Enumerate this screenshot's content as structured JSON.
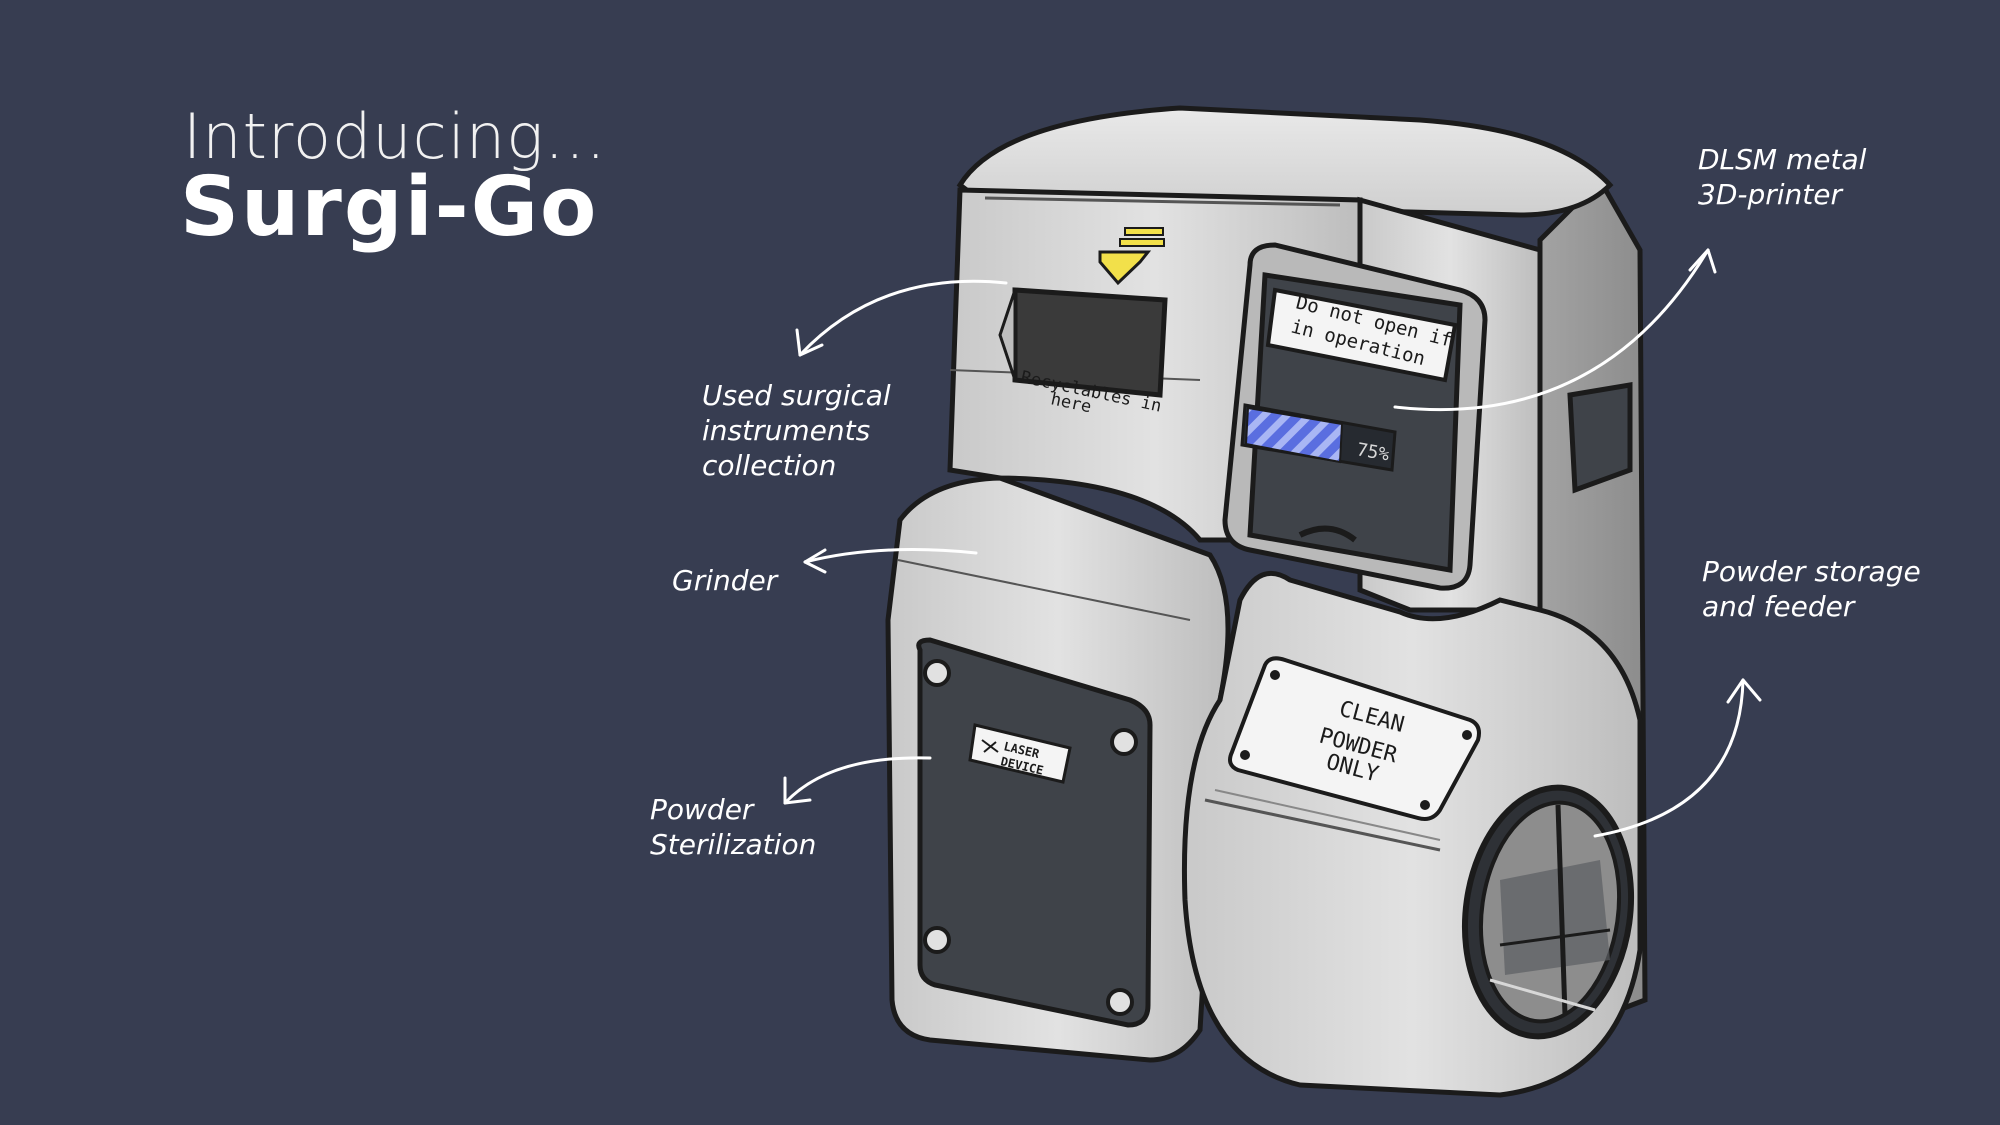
{
  "title": {
    "intro": "Introducing...",
    "product": "Surgi-Go"
  },
  "callouts": {
    "printer": "DLSM metal\n3D-printer",
    "collection": "Used surgical\ninstruments\ncollection",
    "grinder": "Grinder",
    "storage": "Powder storage\nand feeder",
    "sterilization": "Powder\nSterilization"
  },
  "machine": {
    "bin_label": "Recyclables in\nhere",
    "bin_label_line1": "Recyclables in",
    "bin_label_line2": "here",
    "screen_line1": "Do not open if",
    "screen_line2": "in operation",
    "progress_percent": 75,
    "progress_label": "75%",
    "laser_line1": "LASER",
    "laser_line2": "DEVICE",
    "plate_line1": "CLEAN",
    "plate_line2": "POWDER",
    "plate_line3": "ONLY"
  },
  "colors": {
    "background": "#373d51",
    "body_light": "#d4d4d4",
    "body_shadow": "#9a9a9a",
    "panel_dark": "#3f4349",
    "arrow_yellow": "#f2e04a",
    "progress_blue": "#5a6ee0"
  },
  "icons": {
    "bin_arrow": "down-arrow-icon",
    "laser_warning": "laser-warning-icon"
  }
}
